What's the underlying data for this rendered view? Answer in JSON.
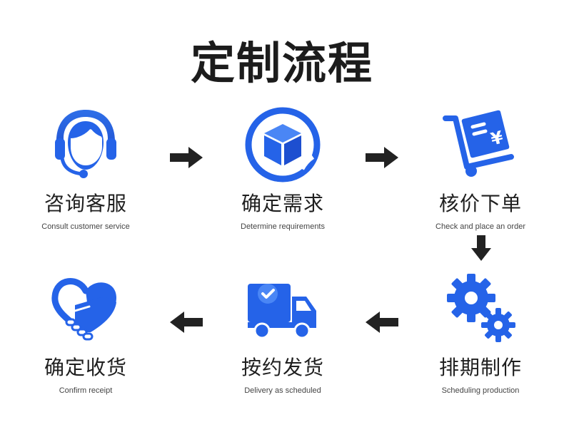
{
  "title": "定制流程",
  "steps": [
    {
      "label": "咨询客服",
      "sub": "Consult customer service",
      "icon": "customer-service-headset-icon"
    },
    {
      "label": "确定需求",
      "sub": "Determine requirements",
      "icon": "cube-box-icon"
    },
    {
      "label": "核价下单",
      "sub": "Check and place an order",
      "icon": "cart-invoice-yen-icon"
    },
    {
      "label": "排期制作",
      "sub": "Scheduling production",
      "icon": "gears-icon"
    },
    {
      "label": "按约发货",
      "sub": "Delivery as scheduled",
      "icon": "delivery-truck-icon"
    },
    {
      "label": "确定收货",
      "sub": "Confirm receipt",
      "icon": "heart-handshake-icon"
    }
  ],
  "colors": {
    "accent": "#2563e8",
    "accent_light": "#4a86f5",
    "arrow": "#222222"
  }
}
